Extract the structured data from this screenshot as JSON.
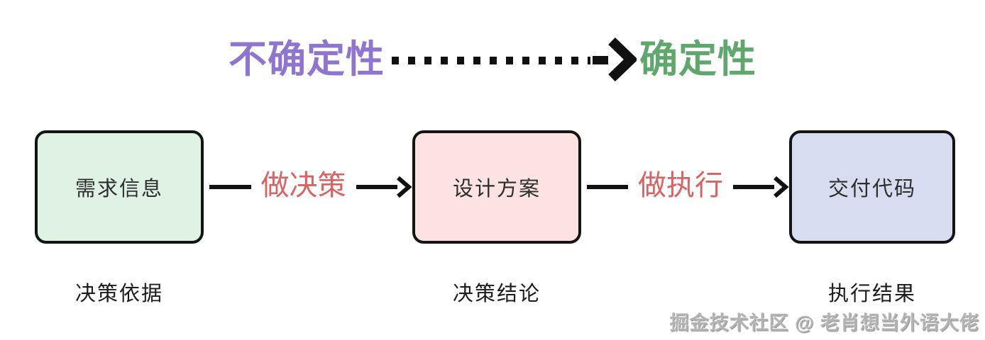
{
  "header": {
    "left_label": "不确定性",
    "right_label": "确定性",
    "left_color": "#8E76D0",
    "right_color": "#5FA76C",
    "arrow_color": "#111111",
    "arrow_style": "dotted"
  },
  "nodes": [
    {
      "label": "需求信息",
      "fill": "#DFF2E4",
      "border": "#141414",
      "sublabel": "决策依据"
    },
    {
      "label": "设计方案",
      "fill": "#FDE2E2",
      "border": "#141414",
      "sublabel": "决策结论"
    },
    {
      "label": "交付代码",
      "fill": "#D8DCF0",
      "border": "#141414",
      "sublabel": "执行结果"
    }
  ],
  "connectors": [
    {
      "label": "做决策",
      "color": "#D96262"
    },
    {
      "label": "做执行",
      "color": "#D96262"
    }
  ],
  "watermark": {
    "text": "掘金技术社区 @ 老肖想当外语大佬"
  }
}
